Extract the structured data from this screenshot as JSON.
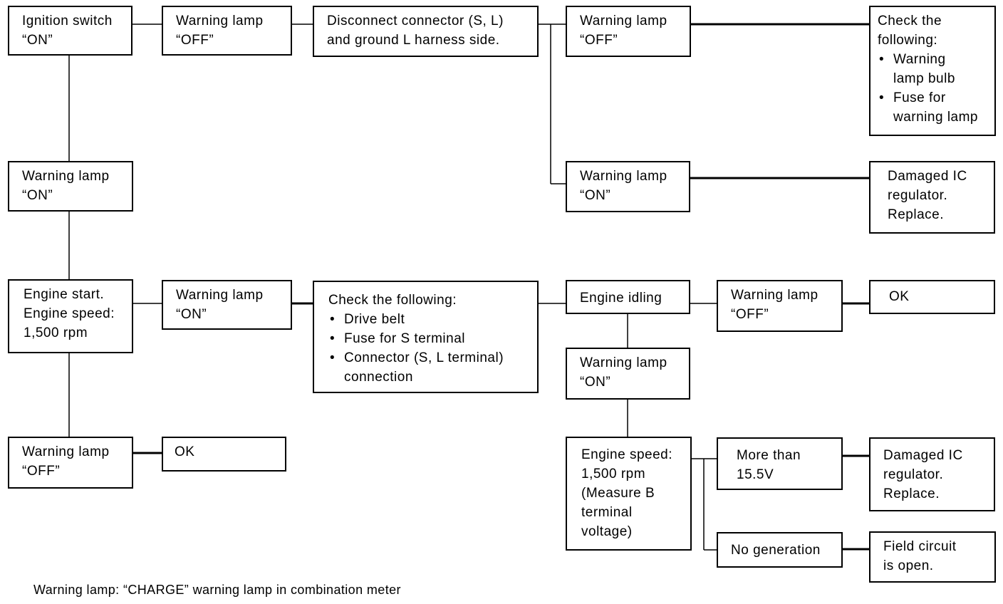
{
  "boxes": {
    "ignition_on": [
      "Ignition switch",
      "“ON”"
    ],
    "wl_off_top": [
      "Warning lamp",
      "“OFF”"
    ],
    "disconnect": [
      "Disconnect connector (S, L)",
      "and ground L harness side."
    ],
    "wl_off_right": [
      "Warning lamp",
      "“OFF”"
    ],
    "check_top": {
      "title": [
        "Check the",
        "following:"
      ],
      "items": [
        [
          "Warning",
          "lamp bulb"
        ],
        [
          "Fuse for",
          "warning lamp"
        ]
      ]
    },
    "wl_on_mid": [
      "Warning lamp",
      "“ON”"
    ],
    "wl_on_right": [
      "Warning lamp",
      "“ON”"
    ],
    "damaged_ic_1": [
      "Damaged IC",
      "regulator.",
      "Replace."
    ],
    "engine_start": [
      "Engine start.",
      "Engine speed:",
      "1,500 rpm"
    ],
    "wl_on_engine": [
      "Warning lamp",
      "“ON”"
    ],
    "check_mid": {
      "title": [
        "Check the following:"
      ],
      "items": [
        [
          "Drive belt"
        ],
        [
          "Fuse for S terminal"
        ],
        [
          "Connector (S, L terminal)",
          "connection"
        ]
      ]
    },
    "engine_idling": [
      "Engine idling"
    ],
    "wl_off_idle": [
      "Warning lamp",
      "“OFF”"
    ],
    "ok_idle": [
      "OK"
    ],
    "wl_on_idle": [
      "Warning lamp",
      "“ON”"
    ],
    "wl_off_bottom": [
      "Warning lamp",
      "“OFF”"
    ],
    "ok_bottom": [
      "OK"
    ],
    "engine_speed_measure": [
      "Engine speed:",
      "1,500 rpm",
      "(Measure B",
      "terminal",
      "voltage)"
    ],
    "more_than": [
      "More than",
      "15.5V"
    ],
    "damaged_ic_2": [
      "Damaged IC",
      "regulator.",
      "Replace."
    ],
    "no_generation": [
      "No generation"
    ],
    "field_circuit": [
      "Field circuit",
      "is open."
    ]
  },
  "footnote": "Warning lamp: “CHARGE” warning lamp in combination meter"
}
